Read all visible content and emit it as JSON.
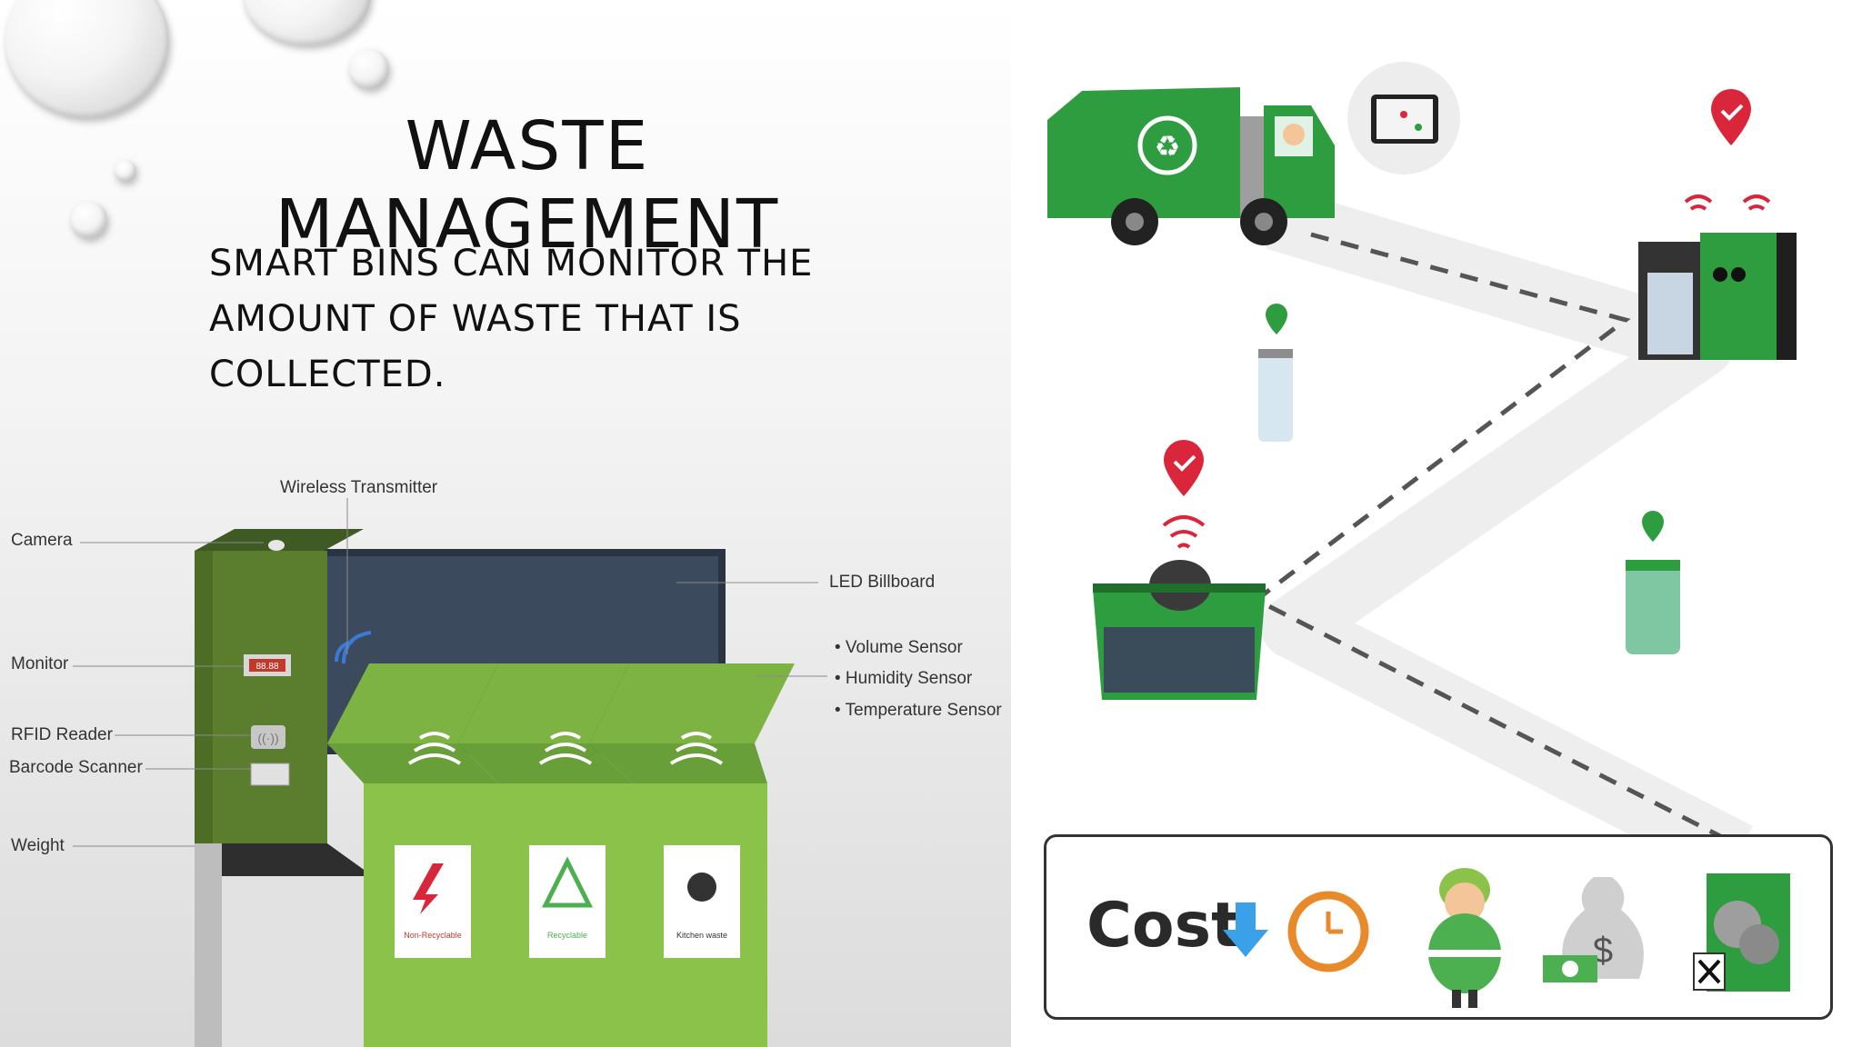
{
  "slide": {
    "title_line1": "WASTE",
    "title_line2": "MANAGEMENT",
    "body": "SMART BINS CAN MONITOR THE AMOUNT OF WASTE THAT IS COLLECTED."
  },
  "diagram": {
    "callouts": {
      "wireless_transmitter": "Wireless Transmitter",
      "camera": "Camera",
      "monitor": "Monitor",
      "rfid_reader": "RFID Reader",
      "barcode_scanner": "Barcode Scanner",
      "weight": "Weight",
      "led_billboard": "LED Billboard",
      "volume_sensor": "• Volume Sensor",
      "humidity_sensor": "• Humidity Sensor",
      "temperature_sensor": "• Temperature Sensor"
    },
    "bin_labels": {
      "non_recyclable": "Non-Recyclable",
      "recyclable": "Recyclable",
      "kitchen_waste": "Kitchen waste"
    },
    "monitor_readout": "88.88"
  },
  "cost_panel": {
    "label": "Cost"
  },
  "colors": {
    "bin_green": "#8bc34a",
    "dark_green": "#5a7d2e",
    "truck_green": "#2e9d3f",
    "pin_red": "#d9263a",
    "arrow_blue": "#3aa0e8",
    "clock_orange": "#e8892a"
  }
}
